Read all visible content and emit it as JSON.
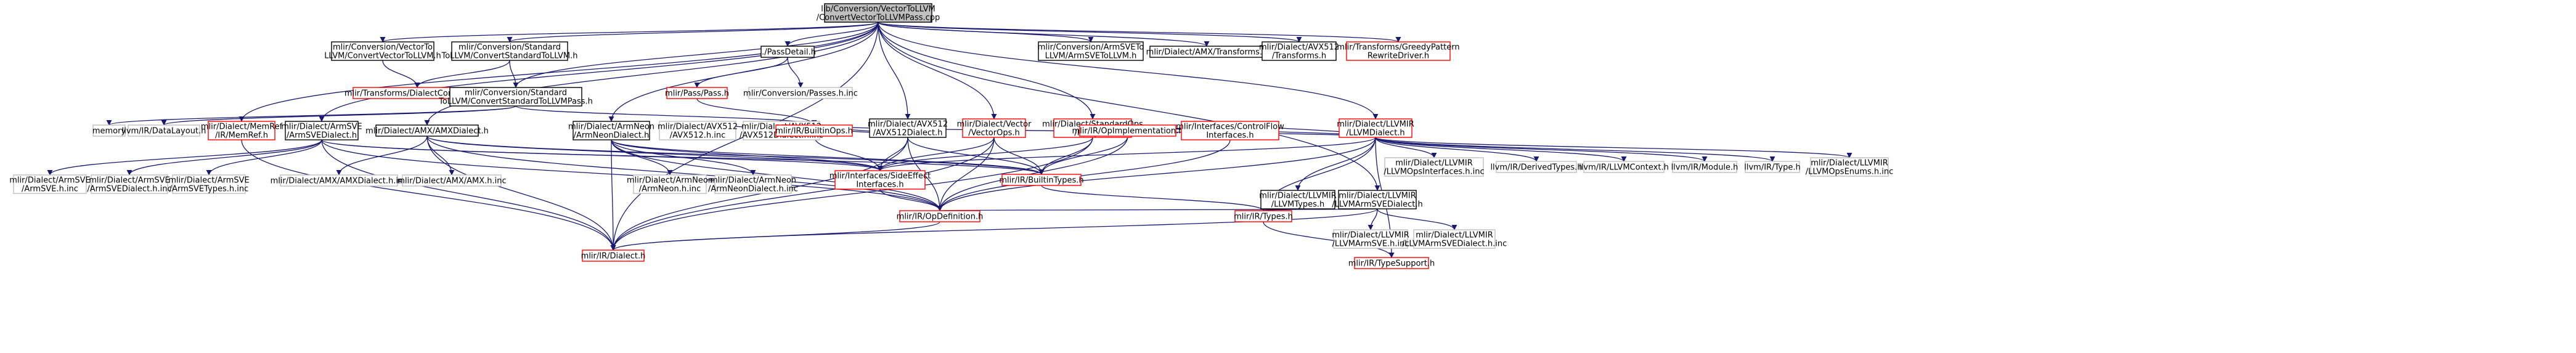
{
  "colors": {
    "root_fill": "#bfbfbf",
    "root_stroke": "#000000",
    "documented_stroke": "#000000",
    "linked_stroke": "#ff0000",
    "undocumented_stroke": "#bfbfbf",
    "edge": "#191970"
  },
  "nodes": [
    {
      "id": "root",
      "kind": "root",
      "lines": [
        "lib/Conversion/VectorToLLVM",
        "/ConvertVectorToLLVMPass.cpp"
      ]
    },
    {
      "id": "vec2llvm",
      "kind": "documented",
      "lines": [
        "mlir/Conversion/VectorTo",
        "LLVM/ConvertVectorToLLVM.h"
      ]
    },
    {
      "id": "std2llvm",
      "kind": "documented",
      "lines": [
        "mlir/Conversion/Standard",
        "ToLLVM/ConvertStandardToLLVM.h"
      ]
    },
    {
      "id": "passdetail",
      "kind": "documented",
      "lines": [
        "../PassDetail.h"
      ]
    },
    {
      "id": "avx512dialect",
      "kind": "documented",
      "lines": [
        "mlir/Dialect/AVX512",
        "/AVX512Dialect.h"
      ]
    },
    {
      "id": "vectorops",
      "kind": "linked",
      "lines": [
        "mlir/Dialect/Vector",
        "/VectorOps.h"
      ]
    },
    {
      "id": "standardops",
      "kind": "linked",
      "lines": [
        "mlir/Dialect/StandardOps",
        "/IR/Ops.h"
      ]
    },
    {
      "id": "armsve2llvm",
      "kind": "documented",
      "lines": [
        "mlir/Conversion/ArmSVETo",
        "LLVM/ArmSVEToLLVM.h"
      ]
    },
    {
      "id": "amxtransforms",
      "kind": "documented",
      "lines": [
        "mlir/Dialect/AMX/Transforms.h"
      ]
    },
    {
      "id": "avx512transforms",
      "kind": "documented",
      "lines": [
        "mlir/Dialect/AVX512",
        "/Transforms.h"
      ]
    },
    {
      "id": "greedy",
      "kind": "linked",
      "lines": [
        "mlir/Transforms/GreedyPattern",
        "RewriteDriver.h"
      ]
    },
    {
      "id": "llvmdialect",
      "kind": "linked",
      "lines": [
        "mlir/Dialect/LLVMIR",
        "/LLVMDialect.h"
      ]
    },
    {
      "id": "dialectconversion",
      "kind": "linked",
      "lines": [
        "mlir/Transforms/DialectConversion.h"
      ]
    },
    {
      "id": "convstdpass",
      "kind": "documented",
      "lines": [
        "mlir/Conversion/Standard",
        "ToLLVM/ConvertStandardToLLVMPass.h"
      ]
    },
    {
      "id": "pass",
      "kind": "linked",
      "lines": [
        "mlir/Pass/Pass.h"
      ]
    },
    {
      "id": "passes_inc",
      "kind": "undocumented",
      "lines": [
        "mlir/Conversion/Passes.h.inc"
      ]
    },
    {
      "id": "memory",
      "kind": "undocumented",
      "lines": [
        "memory"
      ]
    },
    {
      "id": "datalayout",
      "kind": "undocumented",
      "lines": [
        "llvm/IR/DataLayout.h"
      ]
    },
    {
      "id": "memref",
      "kind": "linked",
      "lines": [
        "mlir/Dialect/MemRef",
        "/IR/MemRef.h"
      ]
    },
    {
      "id": "armsvedialect",
      "kind": "documented",
      "lines": [
        "mlir/Dialect/ArmSVE",
        "/ArmSVEDialect.h"
      ]
    },
    {
      "id": "amxdialect",
      "kind": "documented",
      "lines": [
        "mlir/Dialect/AMX/AMXDialect.h"
      ]
    },
    {
      "id": "armneondialect",
      "kind": "documented",
      "lines": [
        "mlir/Dialect/ArmNeon",
        "/ArmNeonDialect.h"
      ]
    },
    {
      "id": "avx512_h_inc",
      "kind": "undocumented",
      "lines": [
        "mlir/Dialect/AVX512",
        "/AVX512.h.inc"
      ]
    },
    {
      "id": "avx512dialect_inc",
      "kind": "undocumented",
      "lines": [
        "mlir/Dialect/AVX512",
        "/AVX512Dialect.h.inc"
      ]
    },
    {
      "id": "builtinops",
      "kind": "linked",
      "lines": [
        "mlir/IR/BuiltinOps.h"
      ]
    },
    {
      "id": "opimpl",
      "kind": "linked",
      "lines": [
        "mlir/IR/OpImplementation.h"
      ]
    },
    {
      "id": "controlflow",
      "kind": "linked",
      "lines": [
        "mlir/Interfaces/ControlFlow",
        "Interfaces.h"
      ]
    },
    {
      "id": "llvmopsinterfaces",
      "kind": "undocumented",
      "lines": [
        "mlir/Dialect/LLVMIR",
        "/LLVMOpsInterfaces.h.inc"
      ]
    },
    {
      "id": "derivedtypes",
      "kind": "undocumented",
      "lines": [
        "llvm/IR/DerivedTypes.h"
      ]
    },
    {
      "id": "llvmcontext",
      "kind": "undocumented",
      "lines": [
        "llvm/IR/LLVMContext.h"
      ]
    },
    {
      "id": "llvmmodule",
      "kind": "undocumented",
      "lines": [
        "llvm/IR/Module.h"
      ]
    },
    {
      "id": "llvmtype",
      "kind": "undocumented",
      "lines": [
        "llvm/IR/Type.h"
      ]
    },
    {
      "id": "llvmopenums",
      "kind": "undocumented",
      "lines": [
        "mlir/Dialect/LLVMIR",
        "/LLVMOpsEnums.h.inc"
      ]
    },
    {
      "id": "armsve_h_inc",
      "kind": "undocumented",
      "lines": [
        "mlir/Dialect/ArmSVE",
        "/ArmSVE.h.inc"
      ]
    },
    {
      "id": "armsvedialect_inc",
      "kind": "undocumented",
      "lines": [
        "mlir/Dialect/ArmSVE",
        "/ArmSVEDialect.h.inc"
      ]
    },
    {
      "id": "armsvetypes_inc",
      "kind": "undocumented",
      "lines": [
        "mlir/Dialect/ArmSVE",
        "/ArmSVETypes.h.inc"
      ]
    },
    {
      "id": "amxdialect_inc",
      "kind": "undocumented",
      "lines": [
        "mlir/Dialect/AMX/AMXDialect.h.inc"
      ]
    },
    {
      "id": "amx_h_inc",
      "kind": "undocumented",
      "lines": [
        "mlir/Dialect/AMX/AMX.h.inc"
      ]
    },
    {
      "id": "armneon_h_inc",
      "kind": "undocumented",
      "lines": [
        "mlir/Dialect/ArmNeon",
        "/ArmNeon.h.inc"
      ]
    },
    {
      "id": "armneondialect_inc",
      "kind": "undocumented",
      "lines": [
        "mlir/Dialect/ArmNeon",
        "/ArmNeonDialect.h.inc"
      ]
    },
    {
      "id": "sideeffect",
      "kind": "linked",
      "lines": [
        "mlir/Interfaces/SideEffect",
        "Interfaces.h"
      ]
    },
    {
      "id": "builtintypes",
      "kind": "linked",
      "lines": [
        "mlir/IR/BuiltinTypes.h"
      ]
    },
    {
      "id": "llvmtypes",
      "kind": "documented",
      "lines": [
        "mlir/Dialect/LLVMIR",
        "/LLVMTypes.h"
      ]
    },
    {
      "id": "llvmarmsvedialect",
      "kind": "documented",
      "lines": [
        "mlir/Dialect/LLVMIR",
        "/LLVMArmSVEDialect.h"
      ]
    },
    {
      "id": "opdefinition",
      "kind": "linked",
      "lines": [
        "mlir/IR/OpDefinition.h"
      ]
    },
    {
      "id": "irtypes",
      "kind": "linked",
      "lines": [
        "mlir/IR/Types.h"
      ]
    },
    {
      "id": "llvmarmsve_inc",
      "kind": "undocumented",
      "lines": [
        "mlir/Dialect/LLVMIR",
        "/LLVMArmSVE.h.inc"
      ]
    },
    {
      "id": "llvmarmsvedialect_inc",
      "kind": "undocumented",
      "lines": [
        "mlir/Dialect/LLVMIR",
        "/LLVMArmSVEDialect.h.inc"
      ]
    },
    {
      "id": "dialect",
      "kind": "linked",
      "lines": [
        "mlir/IR/Dialect.h"
      ]
    },
    {
      "id": "typesupport",
      "kind": "linked",
      "lines": [
        "mlir/IR/TypeSupport.h"
      ]
    }
  ]
}
